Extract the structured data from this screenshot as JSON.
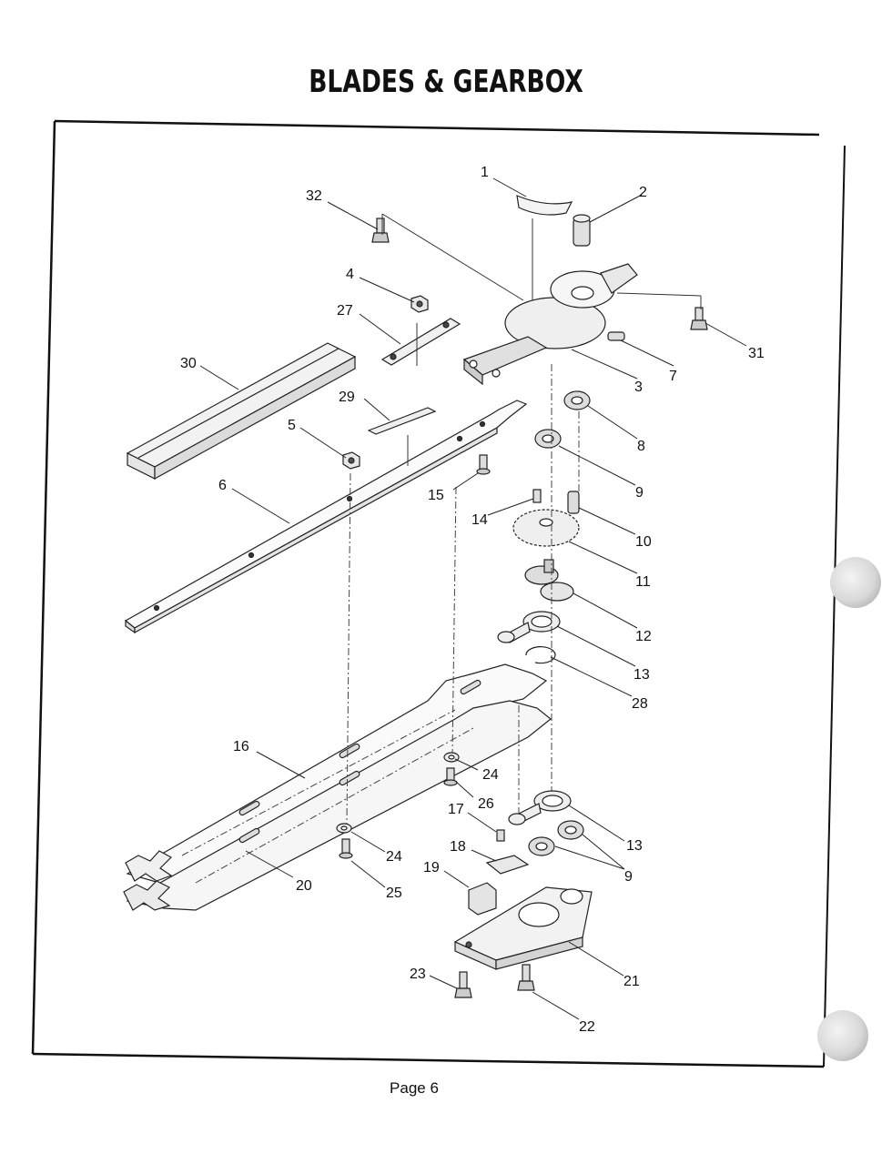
{
  "page": {
    "title": "BLADES & GEARBOX",
    "page_number": "Page 6"
  },
  "parts": {
    "p1": "1",
    "p2": "2",
    "p3": "3",
    "p4": "4",
    "p5": "5",
    "p6": "6",
    "p7": "7",
    "p8": "8",
    "p9a": "9",
    "p9b": "9",
    "p10": "10",
    "p11": "11",
    "p12": "12",
    "p13a": "13",
    "p13b": "13",
    "p14": "14",
    "p15": "15",
    "p16": "16",
    "p17": "17",
    "p18": "18",
    "p19": "19",
    "p20": "20",
    "p21": "21",
    "p22": "22",
    "p23": "23",
    "p24a": "24",
    "p24b": "24",
    "p25": "25",
    "p26": "26",
    "p27": "27",
    "p28": "28",
    "p29": "29",
    "p30": "30",
    "p31": "31",
    "p32": "32"
  },
  "style": {
    "ink": "#222222",
    "paper": "#ffffff"
  }
}
